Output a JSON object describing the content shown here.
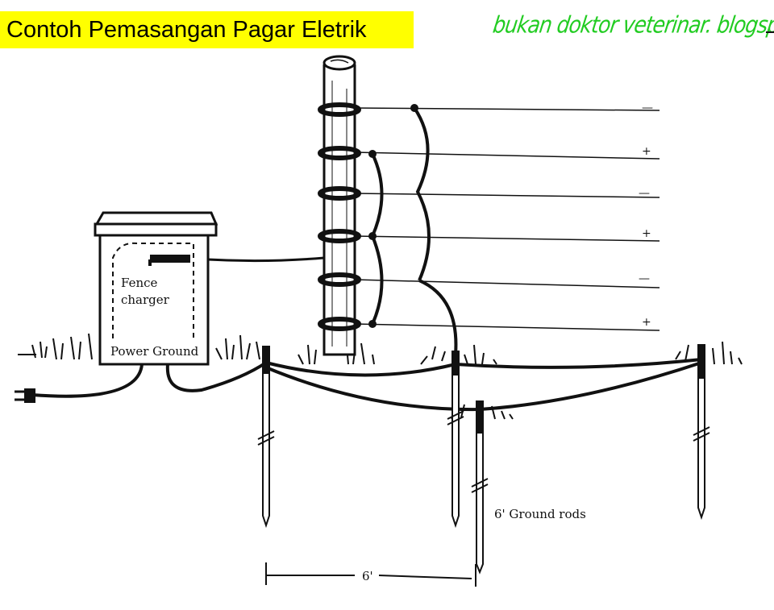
{
  "title": "Contoh Pemasangan Pagar Eletrik",
  "watermark": "bukan doktor veterinar. blogspot.com",
  "labels": {
    "charger_line1": "Fence",
    "charger_line2": "charger",
    "power_ground": "Power Ground",
    "ground_rods": "6' Ground rods",
    "spacing": "6'"
  },
  "wire_polarity": [
    "—",
    "+",
    "—",
    "+",
    "—",
    "+"
  ],
  "colors": {
    "banner": "#ffff00",
    "watermark": "#22cc22",
    "ink": "#111111"
  }
}
